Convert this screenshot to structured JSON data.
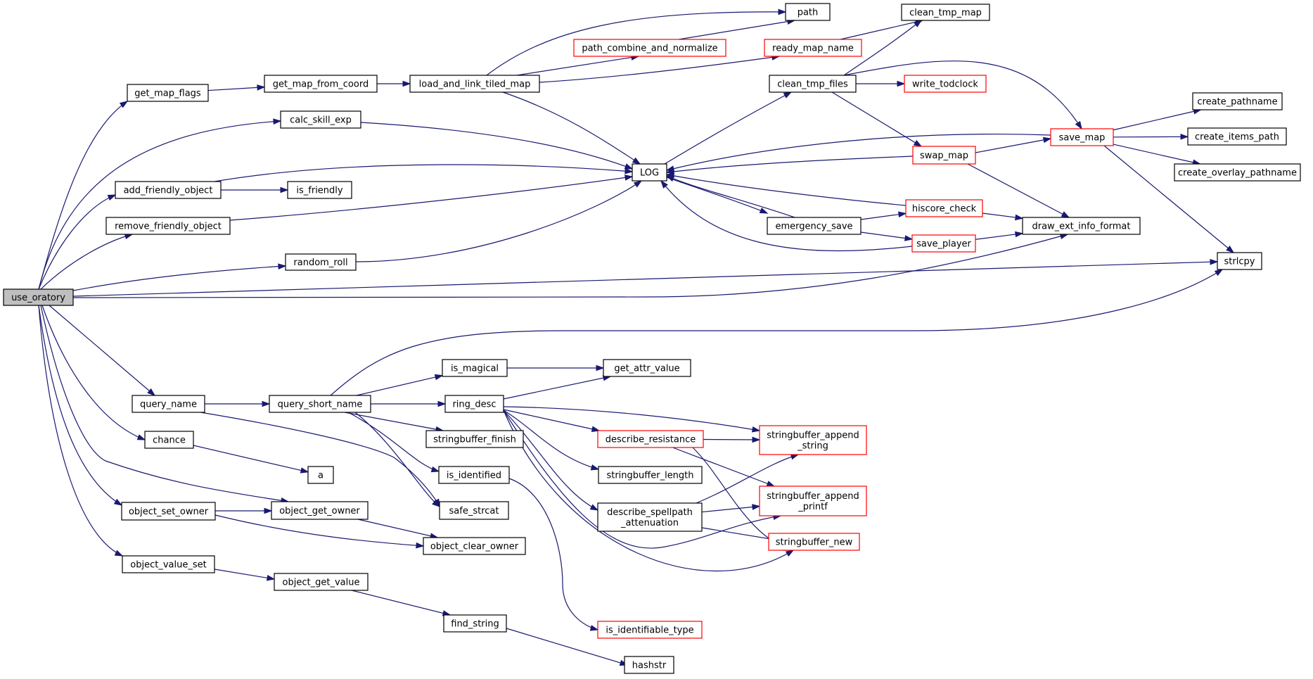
{
  "diagram": {
    "type": "call-graph",
    "colors": {
      "edge": "#191970",
      "node_border": "#000000",
      "truncated_border": "#ff0000",
      "root_fill": "#bfbfbf",
      "node_fill": "#ffffff"
    },
    "nodes": [
      {
        "id": "use_oratory",
        "lines": [
          "use_oratory"
        ],
        "style": "root"
      },
      {
        "id": "get_map_flags",
        "lines": [
          "get_map_flags"
        ],
        "style": "normal"
      },
      {
        "id": "calc_skill_exp",
        "lines": [
          "calc_skill_exp"
        ],
        "style": "normal"
      },
      {
        "id": "add_friendly_object",
        "lines": [
          "add_friendly_object"
        ],
        "style": "normal"
      },
      {
        "id": "remove_friendly_object",
        "lines": [
          "remove_friendly_object"
        ],
        "style": "normal"
      },
      {
        "id": "random_roll",
        "lines": [
          "random_roll"
        ],
        "style": "normal"
      },
      {
        "id": "query_name",
        "lines": [
          "query_name"
        ],
        "style": "normal"
      },
      {
        "id": "chance",
        "lines": [
          "chance"
        ],
        "style": "normal"
      },
      {
        "id": "object_set_owner",
        "lines": [
          "object_set_owner"
        ],
        "style": "normal"
      },
      {
        "id": "object_value_set",
        "lines": [
          "object_value_set"
        ],
        "style": "normal"
      },
      {
        "id": "get_map_from_coord",
        "lines": [
          "get_map_from_coord"
        ],
        "style": "normal"
      },
      {
        "id": "load_and_link_tiled_map",
        "lines": [
          "load_and_link_tiled_map"
        ],
        "style": "normal"
      },
      {
        "id": "path",
        "lines": [
          "path"
        ],
        "style": "normal"
      },
      {
        "id": "path_combine_and_normalize",
        "lines": [
          "path_combine_and_normalize"
        ],
        "style": "truncated"
      },
      {
        "id": "ready_map_name",
        "lines": [
          "ready_map_name"
        ],
        "style": "truncated"
      },
      {
        "id": "clean_tmp_map",
        "lines": [
          "clean_tmp_map"
        ],
        "style": "normal"
      },
      {
        "id": "clean_tmp_files",
        "lines": [
          "clean_tmp_files"
        ],
        "style": "normal"
      },
      {
        "id": "write_todclock",
        "lines": [
          "write_todclock"
        ],
        "style": "truncated"
      },
      {
        "id": "LOG",
        "lines": [
          "LOG"
        ],
        "style": "normal"
      },
      {
        "id": "is_friendly",
        "lines": [
          "is_friendly"
        ],
        "style": "normal"
      },
      {
        "id": "save_map",
        "lines": [
          "save_map"
        ],
        "style": "truncated"
      },
      {
        "id": "swap_map",
        "lines": [
          "swap_map"
        ],
        "style": "truncated"
      },
      {
        "id": "hiscore_check",
        "lines": [
          "hiscore_check"
        ],
        "style": "truncated"
      },
      {
        "id": "emergency_save",
        "lines": [
          "emergency_save"
        ],
        "style": "normal"
      },
      {
        "id": "save_player",
        "lines": [
          "save_player"
        ],
        "style": "truncated"
      },
      {
        "id": "draw_ext_info_format",
        "lines": [
          "draw_ext_info_format"
        ],
        "style": "normal"
      },
      {
        "id": "create_pathname",
        "lines": [
          "create_pathname"
        ],
        "style": "normal"
      },
      {
        "id": "create_items_path",
        "lines": [
          "create_items_path"
        ],
        "style": "normal"
      },
      {
        "id": "create_overlay_pathname",
        "lines": [
          "create_overlay_pathname"
        ],
        "style": "normal"
      },
      {
        "id": "strlcpy",
        "lines": [
          "strlcpy"
        ],
        "style": "normal"
      },
      {
        "id": "query_short_name",
        "lines": [
          "query_short_name"
        ],
        "style": "normal"
      },
      {
        "id": "is_magical",
        "lines": [
          "is_magical"
        ],
        "style": "normal"
      },
      {
        "id": "get_attr_value",
        "lines": [
          "get_attr_value"
        ],
        "style": "normal"
      },
      {
        "id": "ring_desc",
        "lines": [
          "ring_desc"
        ],
        "style": "normal"
      },
      {
        "id": "stringbuffer_finish",
        "lines": [
          "stringbuffer_finish"
        ],
        "style": "normal"
      },
      {
        "id": "describe_resistance",
        "lines": [
          "describe_resistance"
        ],
        "style": "truncated"
      },
      {
        "id": "stringbuffer_append_string",
        "lines": [
          "stringbuffer_append",
          "_string"
        ],
        "style": "truncated"
      },
      {
        "id": "a",
        "lines": [
          "a"
        ],
        "style": "normal"
      },
      {
        "id": "is_identified",
        "lines": [
          "is_identified"
        ],
        "style": "normal"
      },
      {
        "id": "stringbuffer_length",
        "lines": [
          "stringbuffer_length"
        ],
        "style": "normal"
      },
      {
        "id": "stringbuffer_append_printf",
        "lines": [
          "stringbuffer_append",
          "_printf"
        ],
        "style": "truncated"
      },
      {
        "id": "object_get_owner",
        "lines": [
          "object_get_owner"
        ],
        "style": "normal"
      },
      {
        "id": "safe_strcat",
        "lines": [
          "safe_strcat"
        ],
        "style": "normal"
      },
      {
        "id": "describe_spellpath_attenuation",
        "lines": [
          "describe_spellpath",
          "_attenuation"
        ],
        "style": "normal"
      },
      {
        "id": "stringbuffer_new",
        "lines": [
          "stringbuffer_new"
        ],
        "style": "truncated"
      },
      {
        "id": "object_clear_owner",
        "lines": [
          "object_clear_owner"
        ],
        "style": "normal"
      },
      {
        "id": "object_get_value",
        "lines": [
          "object_get_value"
        ],
        "style": "normal"
      },
      {
        "id": "find_string",
        "lines": [
          "find_string"
        ],
        "style": "normal"
      },
      {
        "id": "is_identifiable_type",
        "lines": [
          "is_identifiable_type"
        ],
        "style": "truncated"
      },
      {
        "id": "hashstr",
        "lines": [
          "hashstr"
        ],
        "style": "normal"
      }
    ],
    "edges": [
      [
        "use_oratory",
        "get_map_flags"
      ],
      [
        "use_oratory",
        "calc_skill_exp"
      ],
      [
        "use_oratory",
        "add_friendly_object"
      ],
      [
        "use_oratory",
        "remove_friendly_object"
      ],
      [
        "use_oratory",
        "random_roll"
      ],
      [
        "use_oratory",
        "draw_ext_info_format"
      ],
      [
        "use_oratory",
        "strlcpy"
      ],
      [
        "use_oratory",
        "query_name"
      ],
      [
        "use_oratory",
        "chance"
      ],
      [
        "use_oratory",
        "object_get_owner"
      ],
      [
        "use_oratory",
        "object_set_owner"
      ],
      [
        "use_oratory",
        "object_value_set"
      ],
      [
        "get_map_flags",
        "get_map_from_coord"
      ],
      [
        "get_map_from_coord",
        "load_and_link_tiled_map"
      ],
      [
        "load_and_link_tiled_map",
        "path"
      ],
      [
        "load_and_link_tiled_map",
        "path_combine_and_normalize"
      ],
      [
        "load_and_link_tiled_map",
        "ready_map_name"
      ],
      [
        "load_and_link_tiled_map",
        "LOG"
      ],
      [
        "path_combine_and_normalize",
        "path"
      ],
      [
        "ready_map_name",
        "clean_tmp_map"
      ],
      [
        "calc_skill_exp",
        "LOG"
      ],
      [
        "add_friendly_object",
        "LOG"
      ],
      [
        "add_friendly_object",
        "is_friendly"
      ],
      [
        "remove_friendly_object",
        "LOG"
      ],
      [
        "random_roll",
        "LOG"
      ],
      [
        "LOG",
        "clean_tmp_files"
      ],
      [
        "LOG",
        "emergency_save"
      ],
      [
        "clean_tmp_files",
        "clean_tmp_map"
      ],
      [
        "clean_tmp_files",
        "write_todclock"
      ],
      [
        "clean_tmp_files",
        "save_map"
      ],
      [
        "clean_tmp_files",
        "swap_map"
      ],
      [
        "save_map",
        "LOG"
      ],
      [
        "save_map",
        "create_pathname"
      ],
      [
        "save_map",
        "create_items_path"
      ],
      [
        "save_map",
        "create_overlay_pathname"
      ],
      [
        "save_map",
        "strlcpy"
      ],
      [
        "swap_map",
        "LOG"
      ],
      [
        "swap_map",
        "save_map"
      ],
      [
        "swap_map",
        "draw_ext_info_format"
      ],
      [
        "emergency_save",
        "LOG"
      ],
      [
        "emergency_save",
        "hiscore_check"
      ],
      [
        "emergency_save",
        "save_player"
      ],
      [
        "hiscore_check",
        "LOG"
      ],
      [
        "hiscore_check",
        "draw_ext_info_format"
      ],
      [
        "save_player",
        "LOG"
      ],
      [
        "save_player",
        "draw_ext_info_format"
      ],
      [
        "query_name",
        "query_short_name"
      ],
      [
        "query_name",
        "safe_strcat"
      ],
      [
        "query_short_name",
        "strlcpy"
      ],
      [
        "query_short_name",
        "is_magical"
      ],
      [
        "query_short_name",
        "ring_desc"
      ],
      [
        "query_short_name",
        "stringbuffer_finish"
      ],
      [
        "query_short_name",
        "is_identified"
      ],
      [
        "query_short_name",
        "safe_strcat"
      ],
      [
        "is_magical",
        "get_attr_value"
      ],
      [
        "ring_desc",
        "get_attr_value"
      ],
      [
        "ring_desc",
        "stringbuffer_append_string"
      ],
      [
        "ring_desc",
        "describe_resistance"
      ],
      [
        "ring_desc",
        "stringbuffer_length"
      ],
      [
        "ring_desc",
        "describe_spellpath_attenuation"
      ],
      [
        "ring_desc",
        "stringbuffer_append_printf"
      ],
      [
        "ring_desc",
        "stringbuffer_new"
      ],
      [
        "describe_resistance",
        "stringbuffer_append_string"
      ],
      [
        "describe_resistance",
        "stringbuffer_append_printf"
      ],
      [
        "describe_resistance",
        "stringbuffer_new"
      ],
      [
        "describe_spellpath_attenuation",
        "stringbuffer_append_string"
      ],
      [
        "describe_spellpath_attenuation",
        "stringbuffer_append_printf"
      ],
      [
        "describe_spellpath_attenuation",
        "stringbuffer_new"
      ],
      [
        "chance",
        "a"
      ],
      [
        "is_identified",
        "is_identifiable_type"
      ],
      [
        "object_set_owner",
        "object_get_owner"
      ],
      [
        "object_set_owner",
        "object_clear_owner"
      ],
      [
        "object_get_owner",
        "object_clear_owner"
      ],
      [
        "object_value_set",
        "object_get_value"
      ],
      [
        "object_get_value",
        "find_string"
      ],
      [
        "find_string",
        "hashstr"
      ]
    ]
  }
}
